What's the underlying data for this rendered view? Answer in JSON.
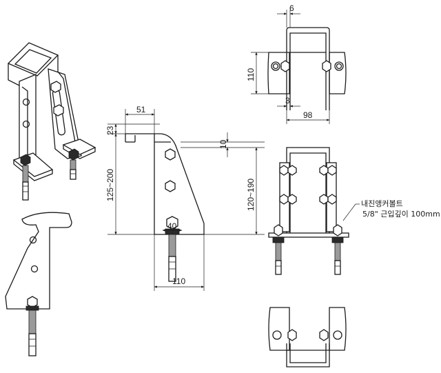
{
  "dimensions": {
    "top_gap": "6",
    "height_110": "110",
    "thickness_3": "3",
    "width_98": "98",
    "offset_51": "51",
    "radius_23": "23",
    "offset_10": "10",
    "range_125_200": "125~200",
    "range_120_190": "120~190",
    "bolt_40": "40",
    "base_110": "110"
  },
  "note": {
    "line1": "내진앵커볼트",
    "line2": "5/8\" 근입깊이 100mm"
  }
}
